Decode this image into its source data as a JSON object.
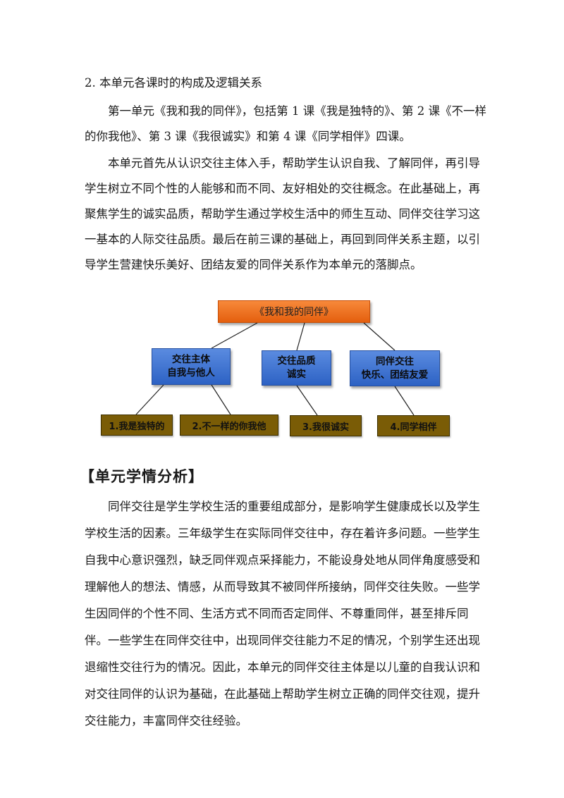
{
  "document": {
    "heading": "2. 本单元各课时的构成及逻辑关系",
    "paragraph_1": "第一单元《我和我的同伴》，包括第 1 课《我是独特的》、第 2 课《不一样的你我他》、第 3 课《我很诚实》和第 4 课《同学相伴》四课。",
    "paragraph_2": "本单元首先从认识交往主体入手，帮助学生认识自我、了解同伴，再引导学生树立不同个性的人能够和而不同、友好相处的交往概念。在此基础上，再聚焦学生的诚实品质，帮助学生通过学校生活中的师生互动、同伴交往学习这一基本的人际交往品质。最后在前三课的基础上，再回到同伴关系主题，以引导学生营建快乐美好、团结友爱的同伴关系作为本单元的落脚点。",
    "section_heading": "【单元学情分析】",
    "paragraph_3": "同伴交往是学生学校生活的重要组成部分，是影响学生健康成长以及学生学校生活的因素。三年级学生在实际同伴交往中，存在着许多问题。一些学生自我中心意识强烈，缺乏同伴观点采择能力，不能设身处地从同伴角度感受和理解他人的想法、情感，从而导致其不被同伴所接纳，同伴交往失败。一些学生因同伴的个性不同、生活方式不同而否定同伴、不尊重同伴，甚至排斥同伴。一些学生在同伴交往中，出现同伴交往能力不足的情况，个别学生还出现退缩性交往行为的情况。因此，本单元的同伴交往主体是以儿童的自我认识和对交往同伴的认识为基础，在此基础上帮助学生树立正确的同伴交往观，提升交往能力，丰富同伴交往经验。"
  },
  "diagram": {
    "root": "《我和我的同伴》",
    "mid": [
      {
        "line1": "交往主体",
        "line2": "自我与他人"
      },
      {
        "line1": "交往品质",
        "line2": "诚实"
      },
      {
        "line1": "同伴交往",
        "line2": "快乐、团结友爱"
      }
    ],
    "leaves": [
      "1.我是独特的",
      "2.不一样的你我他",
      "3.我很诚实",
      "4.同学相伴"
    ],
    "colors": {
      "root": "#f07a26",
      "mid": "#3c72d4",
      "leaf": "#7a5c06"
    }
  }
}
